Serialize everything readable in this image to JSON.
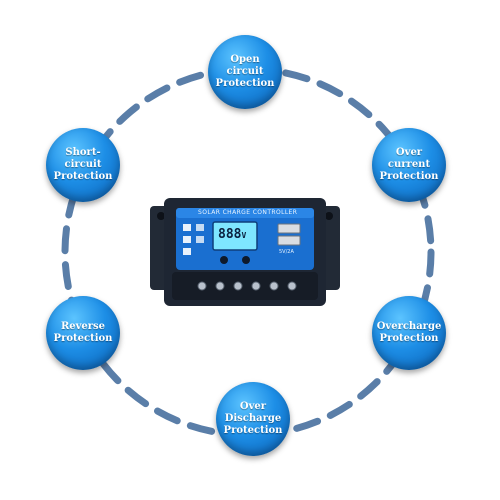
{
  "nodes": [
    {
      "id": "open-circuit",
      "label": "Open circuit\nProtection"
    },
    {
      "id": "over-current",
      "label": "Over current\nProtection"
    },
    {
      "id": "overcharge",
      "label": "Overcharge\nProtection"
    },
    {
      "id": "over-discharge",
      "label": "Over\nDischarge\nProtection"
    },
    {
      "id": "reverse",
      "label": "Reverse\nProtection"
    },
    {
      "id": "short-circuit",
      "label": "Short-circuit\nProtection"
    }
  ],
  "device": {
    "banner": "SOLAR CHARGE CONTROLLER",
    "lcd_value": "888",
    "lcd_unit": "V",
    "usb_label": "5V/2A"
  },
  "colors": {
    "node_blue": "#1d8ee6",
    "ring_dash": "#5a7ea8",
    "device_body": "#1e2633",
    "device_panel": "#1a6fd0",
    "lcd": "#7ee6ff"
  }
}
